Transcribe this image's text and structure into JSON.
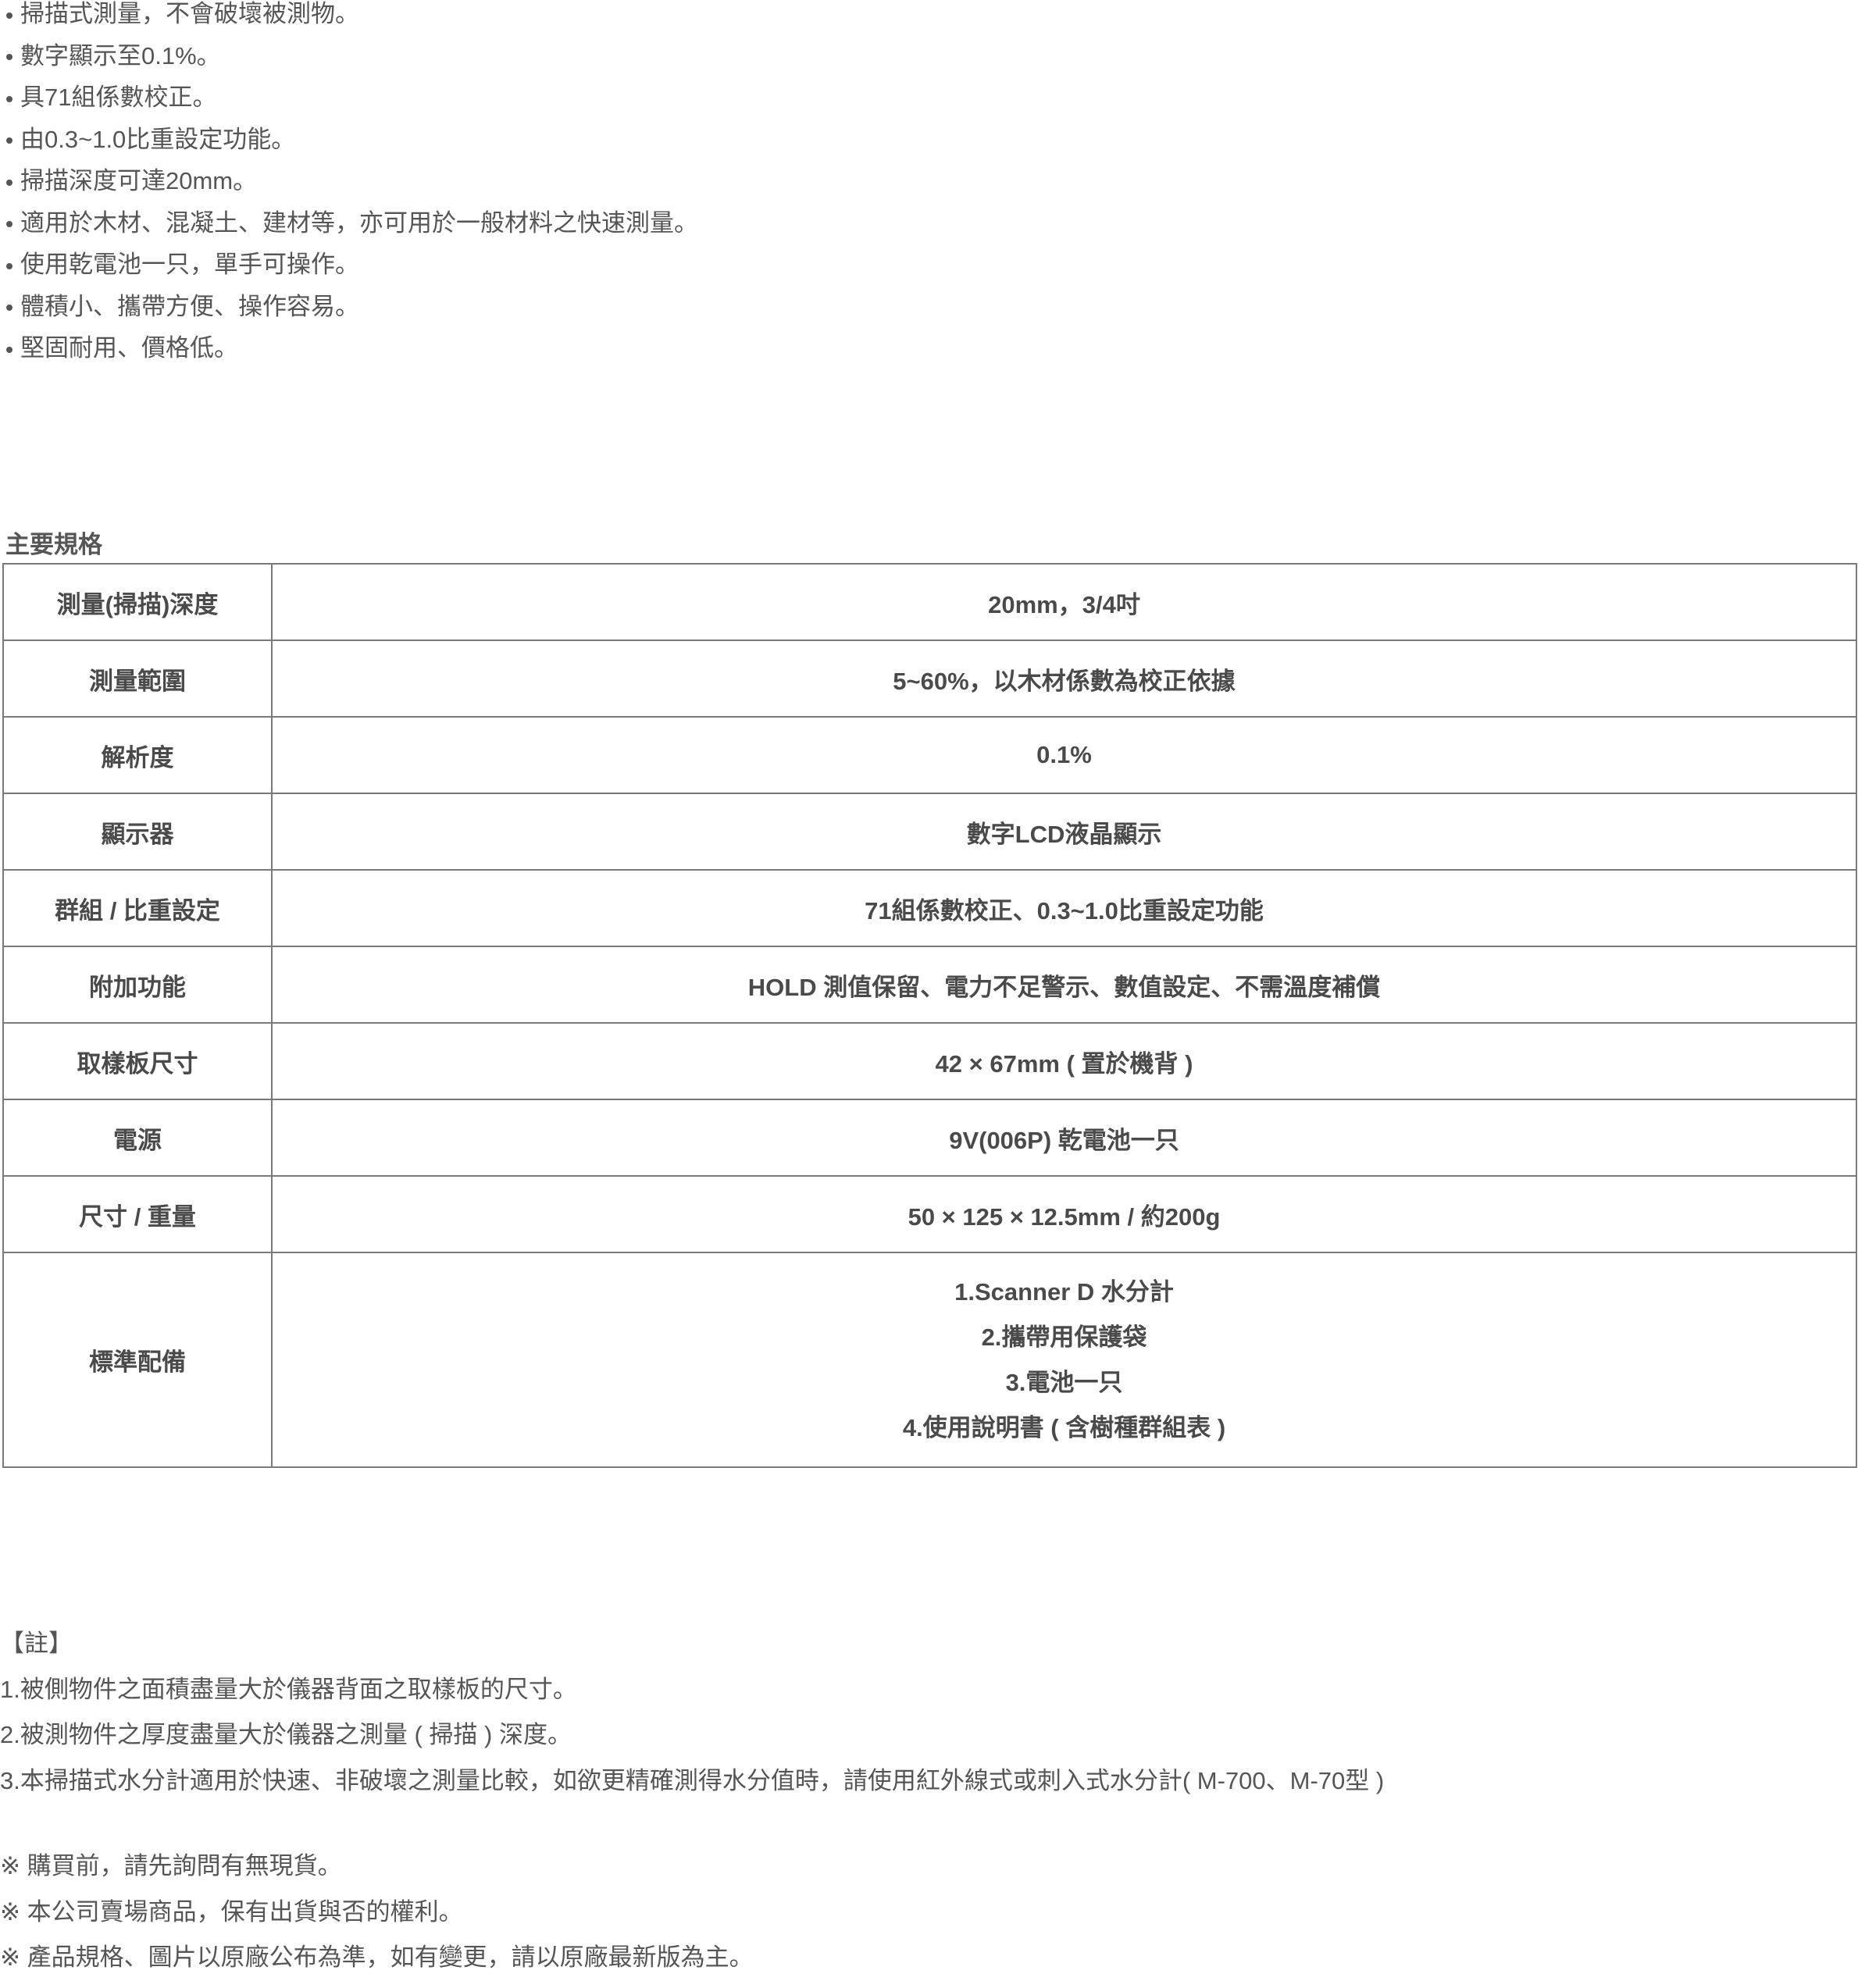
{
  "features": [
    "掃描式測量，不會破壞被測物。",
    "數字顯示至0.1%。",
    "具71組係數校正。",
    "由0.3~1.0比重設定功能。",
    "掃描深度可達20mm。",
    "適用於木材、混凝土、建材等，亦可用於一般材料之快速測量。",
    "使用乾電池一只，單手可操作。",
    "體積小、攜帶方便、操作容易。",
    "堅固耐用、價格低。"
  ],
  "spec": {
    "heading": "主要規格",
    "rows": [
      {
        "label": "測量(掃描)深度",
        "value": "20mm，3/4吋"
      },
      {
        "label": "測量範圍",
        "value": "5~60%，以木材係數為校正依據"
      },
      {
        "label": "解析度",
        "value": "0.1%"
      },
      {
        "label": "顯示器",
        "value": "數字LCD液晶顯示"
      },
      {
        "label": "群組 / 比重設定",
        "value": "71組係數校正、0.3~1.0比重設定功能"
      },
      {
        "label": "附加功能",
        "value": "HOLD 測值保留、電力不足警示、數值設定、不需溫度補償"
      },
      {
        "label": "取樣板尺寸",
        "value": "42 × 67mm ( 置於機背 )"
      },
      {
        "label": "電源",
        "value": "9V(006P) 乾電池一只"
      },
      {
        "label": "尺寸 / 重量",
        "value": "50 × 125 × 12.5mm / 約200g"
      }
    ],
    "accessories": {
      "label": "標準配備",
      "items": [
        "1.Scanner D 水分計",
        "2.攜帶用保護袋",
        "3.電池一只",
        "4.使用說明書 ( 含樹種群組表 )"
      ]
    }
  },
  "notes": {
    "title": "【註】",
    "items": [
      "1.被側物件之面積盡量大於儀器背面之取樣板的尺寸。",
      "2.被測物件之厚度盡量大於儀器之測量 ( 掃描 ) 深度。",
      "3.本掃描式水分計適用於快速、非破壞之測量比較，如欲更精確測得水分值時，請使用紅外線式或刺入式水分計( M-700、M-70型 )"
    ],
    "disclaimers": [
      "※ 購買前，請先詢問有無現貨。",
      "※ 本公司賣場商品，保有出貨與否的權利。",
      "※ 產品規格、圖片以原廠公布為準，如有變更，請以原廠最新版為主。"
    ]
  }
}
